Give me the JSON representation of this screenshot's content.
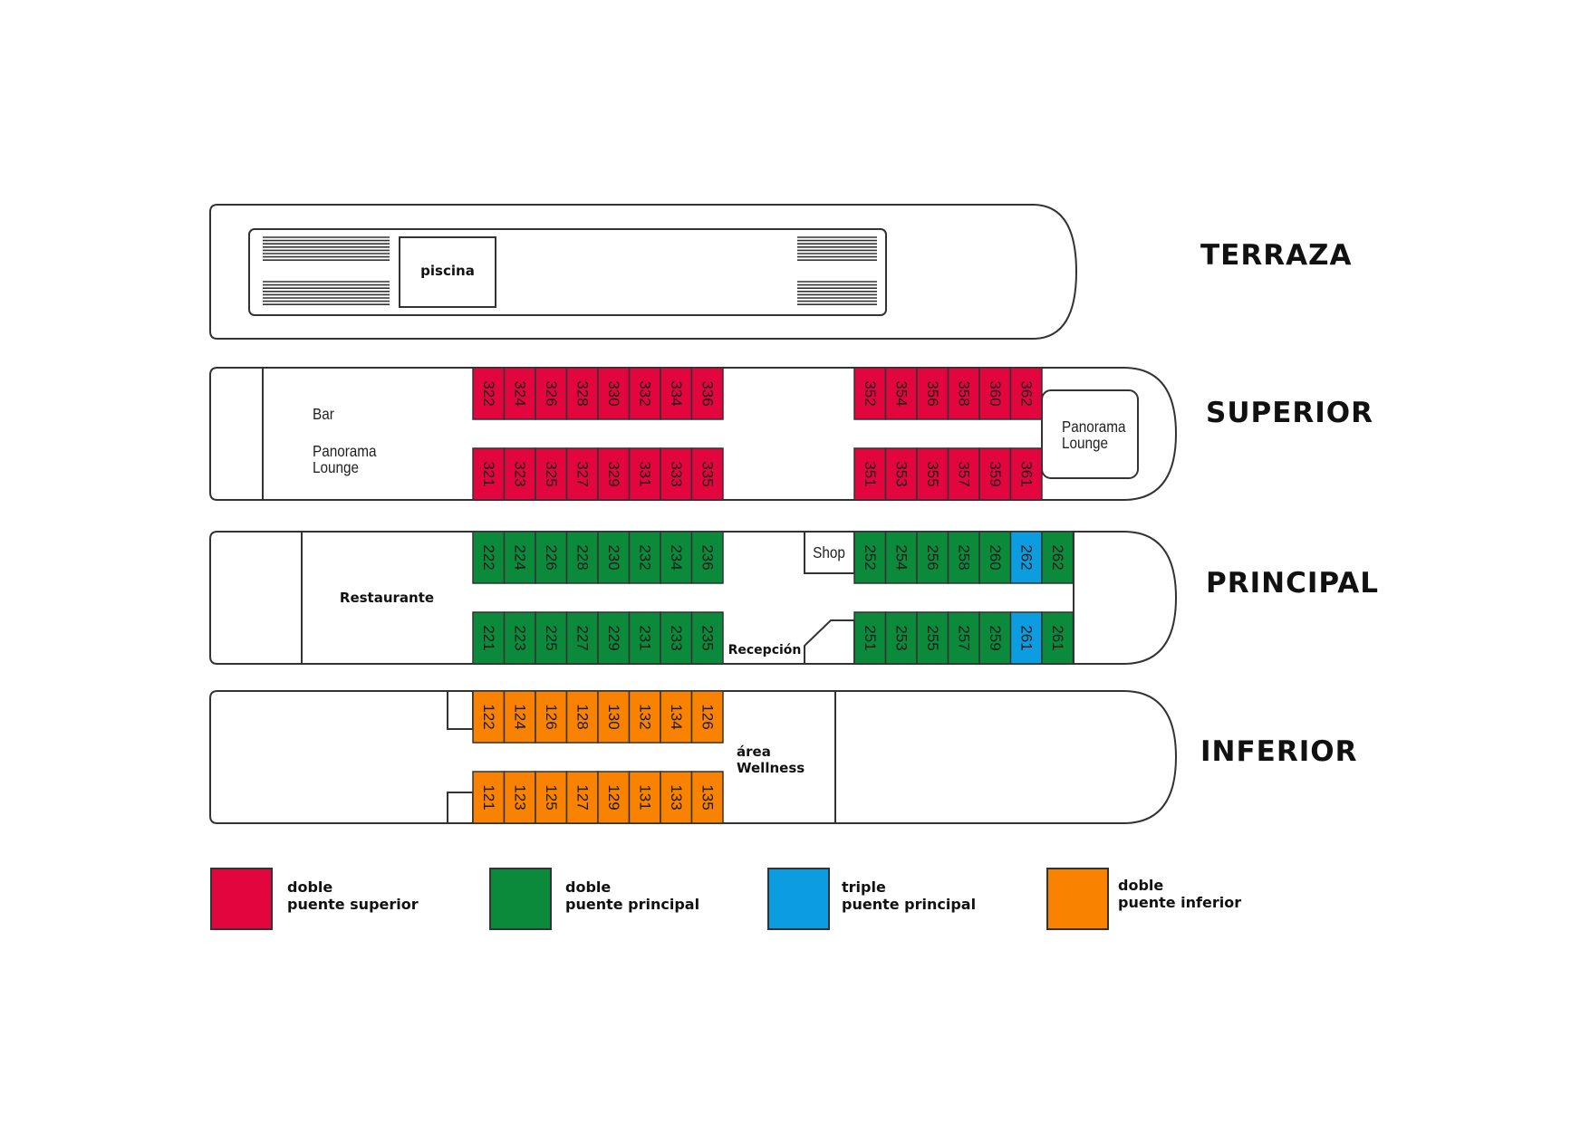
{
  "colors": {
    "superior": "#e3053e",
    "principal": "#0b8a3b",
    "triple": "#0b9de0",
    "inferior": "#f98300",
    "outline": "#333333"
  },
  "decks": {
    "terraza": {
      "label": "TERRAZA",
      "piscina": "piscina"
    },
    "superior": {
      "label": "SUPERIOR",
      "bar": "Bar",
      "lounge_aft": [
        "Panorama",
        "Lounge"
      ],
      "lounge_bow": [
        "Panorama",
        "Lounge"
      ],
      "cabins_top_a": [
        "322",
        "324",
        "326",
        "328",
        "330",
        "332",
        "334",
        "336"
      ],
      "cabins_bottom_a": [
        "321",
        "323",
        "325",
        "327",
        "329",
        "331",
        "333",
        "335"
      ],
      "cabins_top_b": [
        "352",
        "354",
        "356",
        "358",
        "360",
        "362"
      ],
      "cabins_bottom_b": [
        "351",
        "353",
        "355",
        "357",
        "359",
        "361"
      ]
    },
    "principal": {
      "label": "PRINCIPAL",
      "restaurante": "Restaurante",
      "shop": "Shop",
      "recepcion": "Recepción",
      "cabins_top_a": [
        "222",
        "224",
        "226",
        "228",
        "230",
        "232",
        "234",
        "236"
      ],
      "cabins_bottom_a": [
        "221",
        "223",
        "225",
        "227",
        "229",
        "231",
        "233",
        "235"
      ],
      "cabins_top_b": [
        "252",
        "254",
        "256",
        "258",
        "260",
        "262",
        "262"
      ],
      "cabins_top_b_types": [
        "doble",
        "doble",
        "doble",
        "doble",
        "doble",
        "triple",
        "doble"
      ],
      "cabins_bottom_b": [
        "251",
        "253",
        "255",
        "257",
        "259",
        "261",
        "261"
      ],
      "cabins_bottom_b_types": [
        "doble",
        "doble",
        "doble",
        "doble",
        "doble",
        "triple",
        "doble"
      ]
    },
    "inferior": {
      "label": "INFERIOR",
      "wellness": [
        "área",
        "Wellness"
      ],
      "cabins_top": [
        "122",
        "124",
        "126",
        "128",
        "130",
        "132",
        "134",
        "126"
      ],
      "cabins_bottom": [
        "121",
        "123",
        "125",
        "127",
        "129",
        "131",
        "133",
        "135"
      ]
    }
  },
  "legend": [
    {
      "color": "#e3053e",
      "line1": "doble",
      "line2": "puente superior"
    },
    {
      "color": "#0b8a3b",
      "line1": "doble",
      "line2": "puente principal"
    },
    {
      "color": "#0b9de0",
      "line1": "triple",
      "line2": "puente principal"
    },
    {
      "color": "#f98300",
      "line1": "doble",
      "line2": "puente inferior"
    }
  ]
}
